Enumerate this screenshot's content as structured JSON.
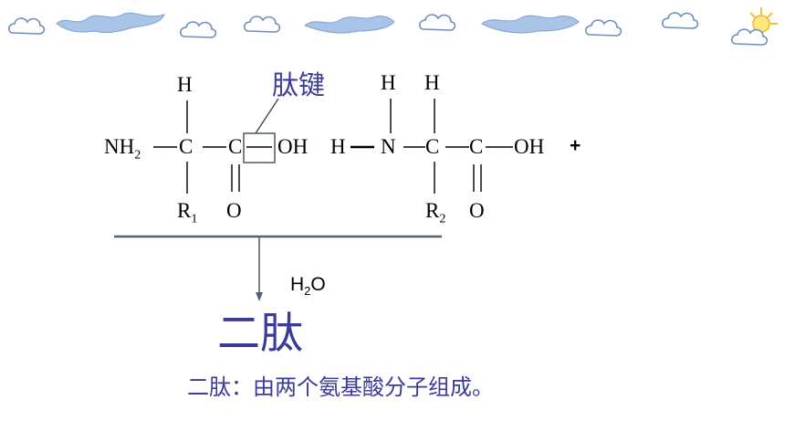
{
  "annotation": {
    "peptide_bond_label": "肽键"
  },
  "molecule1": {
    "h_top": "H",
    "nh2_n": "NH",
    "nh2_sub": "2",
    "c_alpha": "C",
    "c_carbonyl": "C",
    "oh": "OH",
    "r": "R",
    "r_sub": "1",
    "o": "O"
  },
  "molecule2": {
    "h_left": "H",
    "n": "N",
    "h_top_n": "H",
    "h_top_c": "H",
    "c_alpha": "C",
    "c_carbonyl": "C",
    "oh": "OH",
    "r": "R",
    "r_sub": "2",
    "o": "O"
  },
  "plus": "+",
  "water": {
    "h": "H",
    "sub": "2",
    "o": "O"
  },
  "product": "二肽",
  "definition": "二肽：由两个氨基酸分子组成。",
  "colors": {
    "accent": "#3b3b9a",
    "line": "#56616b",
    "text": "#000000",
    "cloud_fill": "#ffffff",
    "cloud_edge": "#6f8fb8",
    "sky_wave": "#a8c4e6"
  },
  "decorations": [
    "cloud-icon",
    "wave-cloud-icon",
    "sun-cloud-icon"
  ]
}
